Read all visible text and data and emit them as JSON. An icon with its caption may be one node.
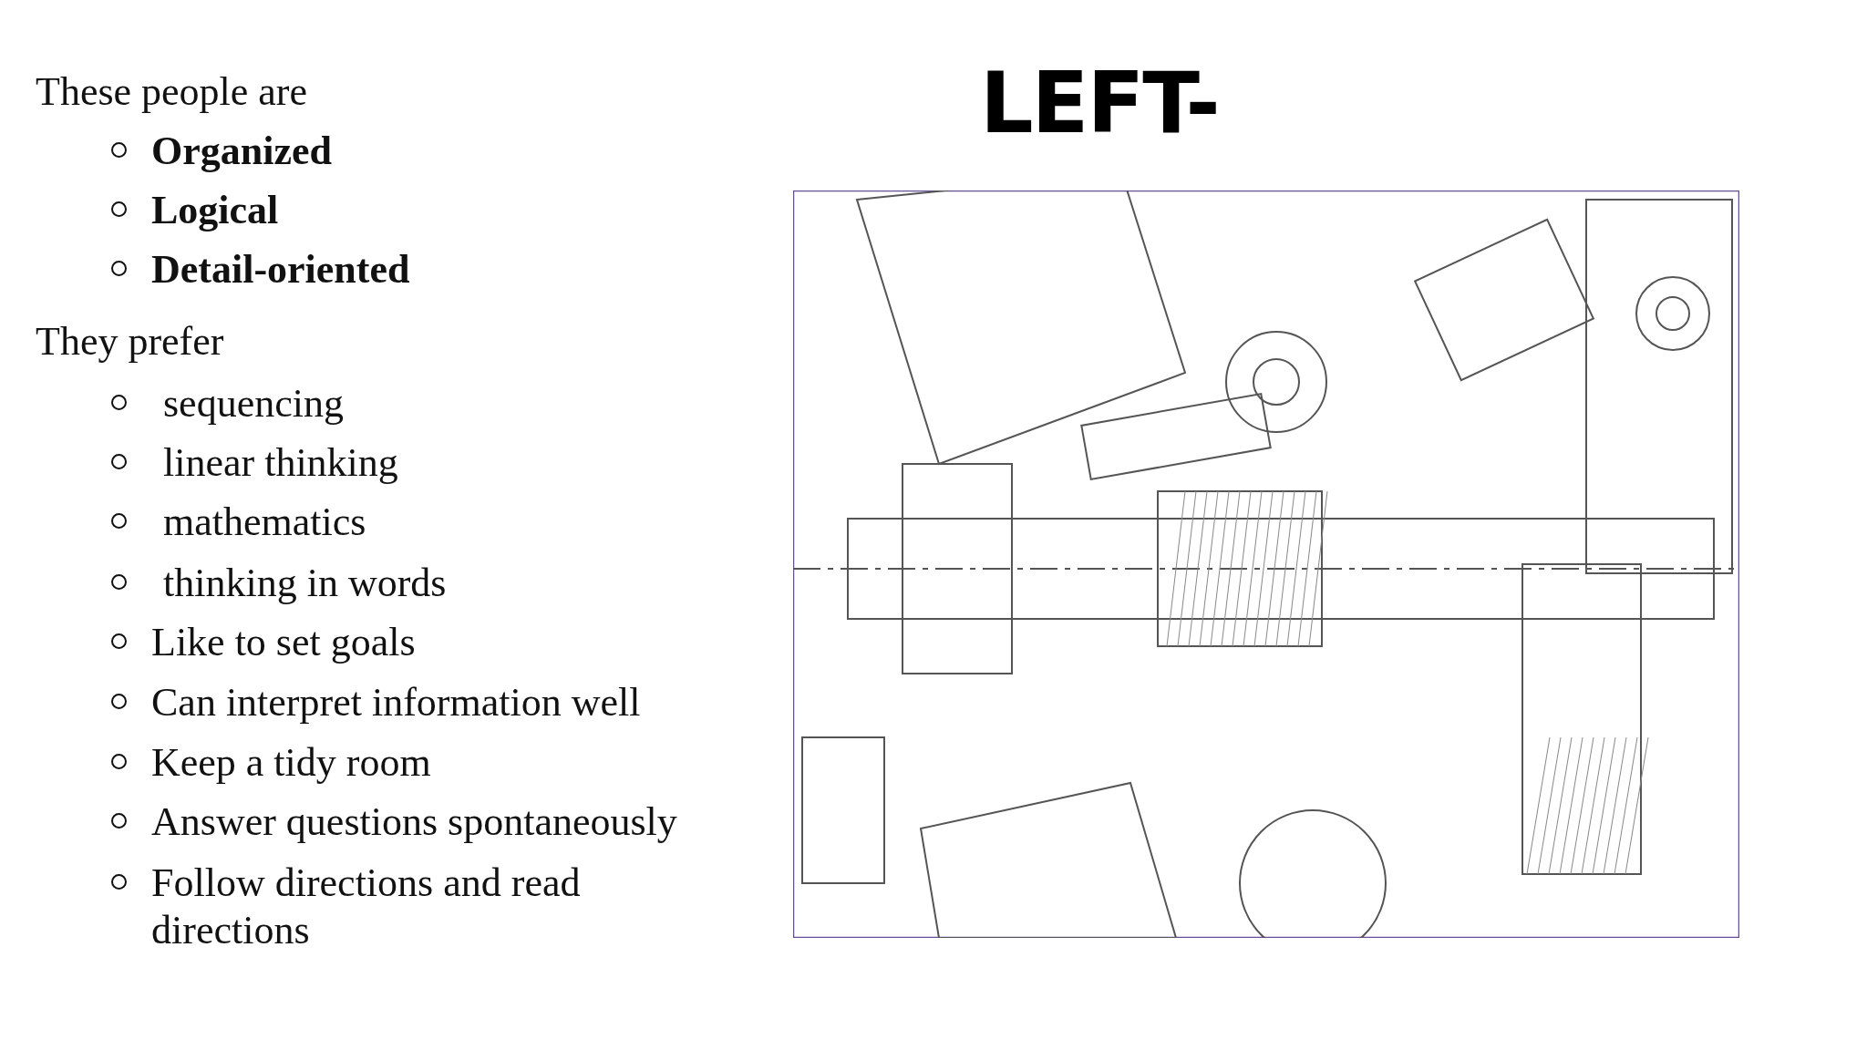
{
  "diagram": {
    "title": "LEFT-",
    "labels": [
      "These people are",
      "Organized",
      "Logical",
      "Detail-oriented",
      "They prefer",
      "sequencing",
      "linear thinking",
      "mathematics",
      "thinking in words",
      "Like to set goals",
      "Can interpret information well",
      "Keep a tidy room",
      "Answer questions spontaneously",
      "Follow directions and read directions"
    ]
  }
}
